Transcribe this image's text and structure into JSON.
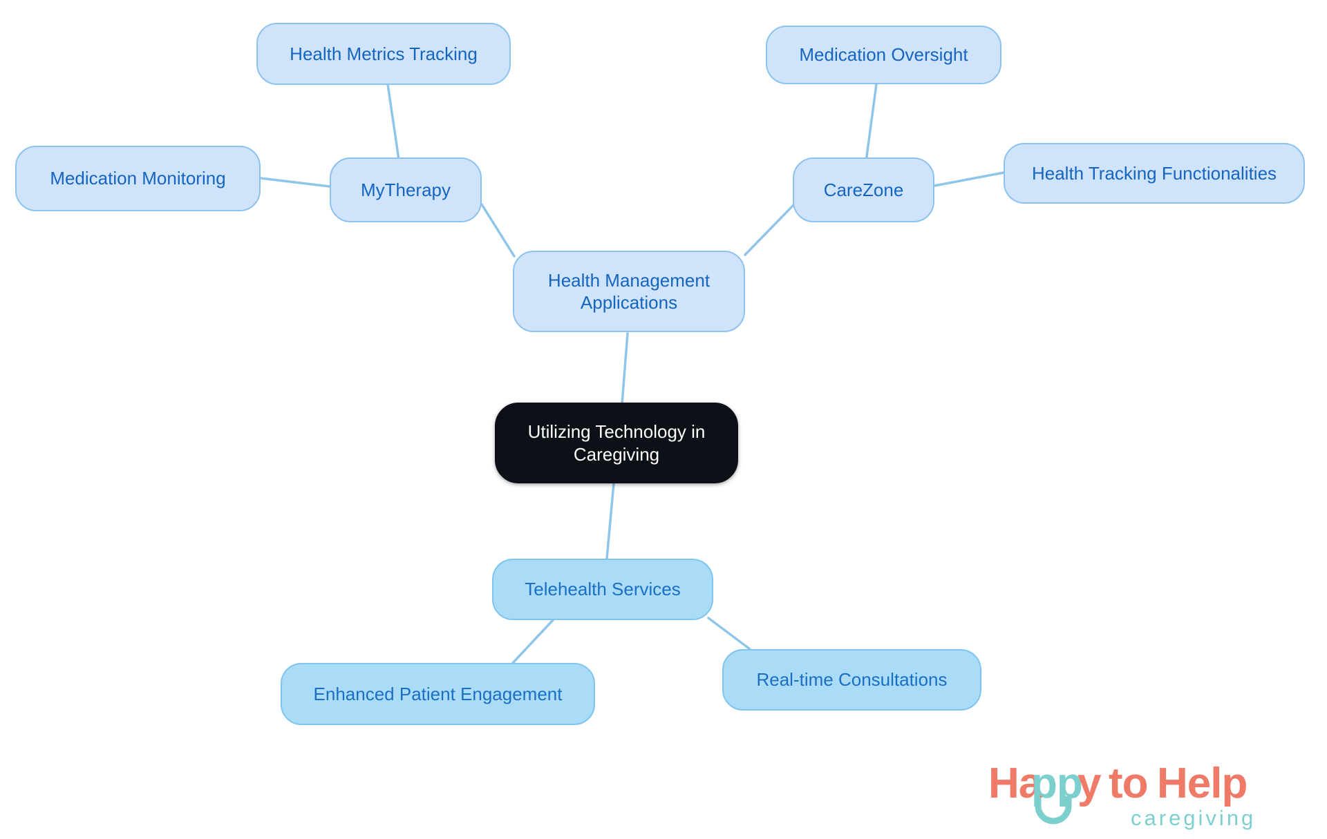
{
  "diagram": {
    "type": "mindmap",
    "title": "Utilizing Technology in Caregiving",
    "background_color": "#ffffff",
    "edge_color": "#8ec5e8",
    "root_fill": "#0d1117",
    "root_text_color": "#ffffff",
    "leaf_fill": "#cfe4fb",
    "leaf_border": "#8cc2ef",
    "leaf_text_color": "#1565c0",
    "branch_fill": "#aadcf7",
    "branch_border": "#7fc4ec"
  },
  "nodes": {
    "root": {
      "label": "Utilizing Technology in\nCaregiving"
    },
    "health_management": {
      "label": "Health Management\nApplications"
    },
    "mytherapy": {
      "label": "MyTherapy"
    },
    "health_metrics_tracking": {
      "label": "Health Metrics Tracking"
    },
    "medication_monitoring": {
      "label": "Medication Monitoring"
    },
    "carezone": {
      "label": "CareZone"
    },
    "medication_oversight": {
      "label": "Medication Oversight"
    },
    "health_tracking_functionalities": {
      "label": "Health Tracking Functionalities"
    },
    "telehealth_services": {
      "label": "Telehealth Services"
    },
    "enhanced_patient_engagement": {
      "label": "Enhanced Patient Engagement"
    },
    "realtime_consultations": {
      "label": "Real-time Consultations"
    }
  },
  "edges": [
    {
      "from": "root",
      "to": "health_management"
    },
    {
      "from": "health_management",
      "to": "mytherapy"
    },
    {
      "from": "mytherapy",
      "to": "health_metrics_tracking"
    },
    {
      "from": "mytherapy",
      "to": "medication_monitoring"
    },
    {
      "from": "health_management",
      "to": "carezone"
    },
    {
      "from": "carezone",
      "to": "medication_oversight"
    },
    {
      "from": "carezone",
      "to": "health_tracking_functionalities"
    },
    {
      "from": "root",
      "to": "telehealth_services"
    },
    {
      "from": "telehealth_services",
      "to": "enhanced_patient_engagement"
    },
    {
      "from": "telehealth_services",
      "to": "realtime_consultations"
    }
  ],
  "logo": {
    "word_happy": "Happy",
    "word_pp": "pp",
    "word_ha": "Ha",
    "word_y": "y",
    "word_to": "to",
    "word_help": "Help",
    "tagline": "caregiving",
    "coral": "#ef7a68",
    "teal": "#7ccfcd"
  }
}
